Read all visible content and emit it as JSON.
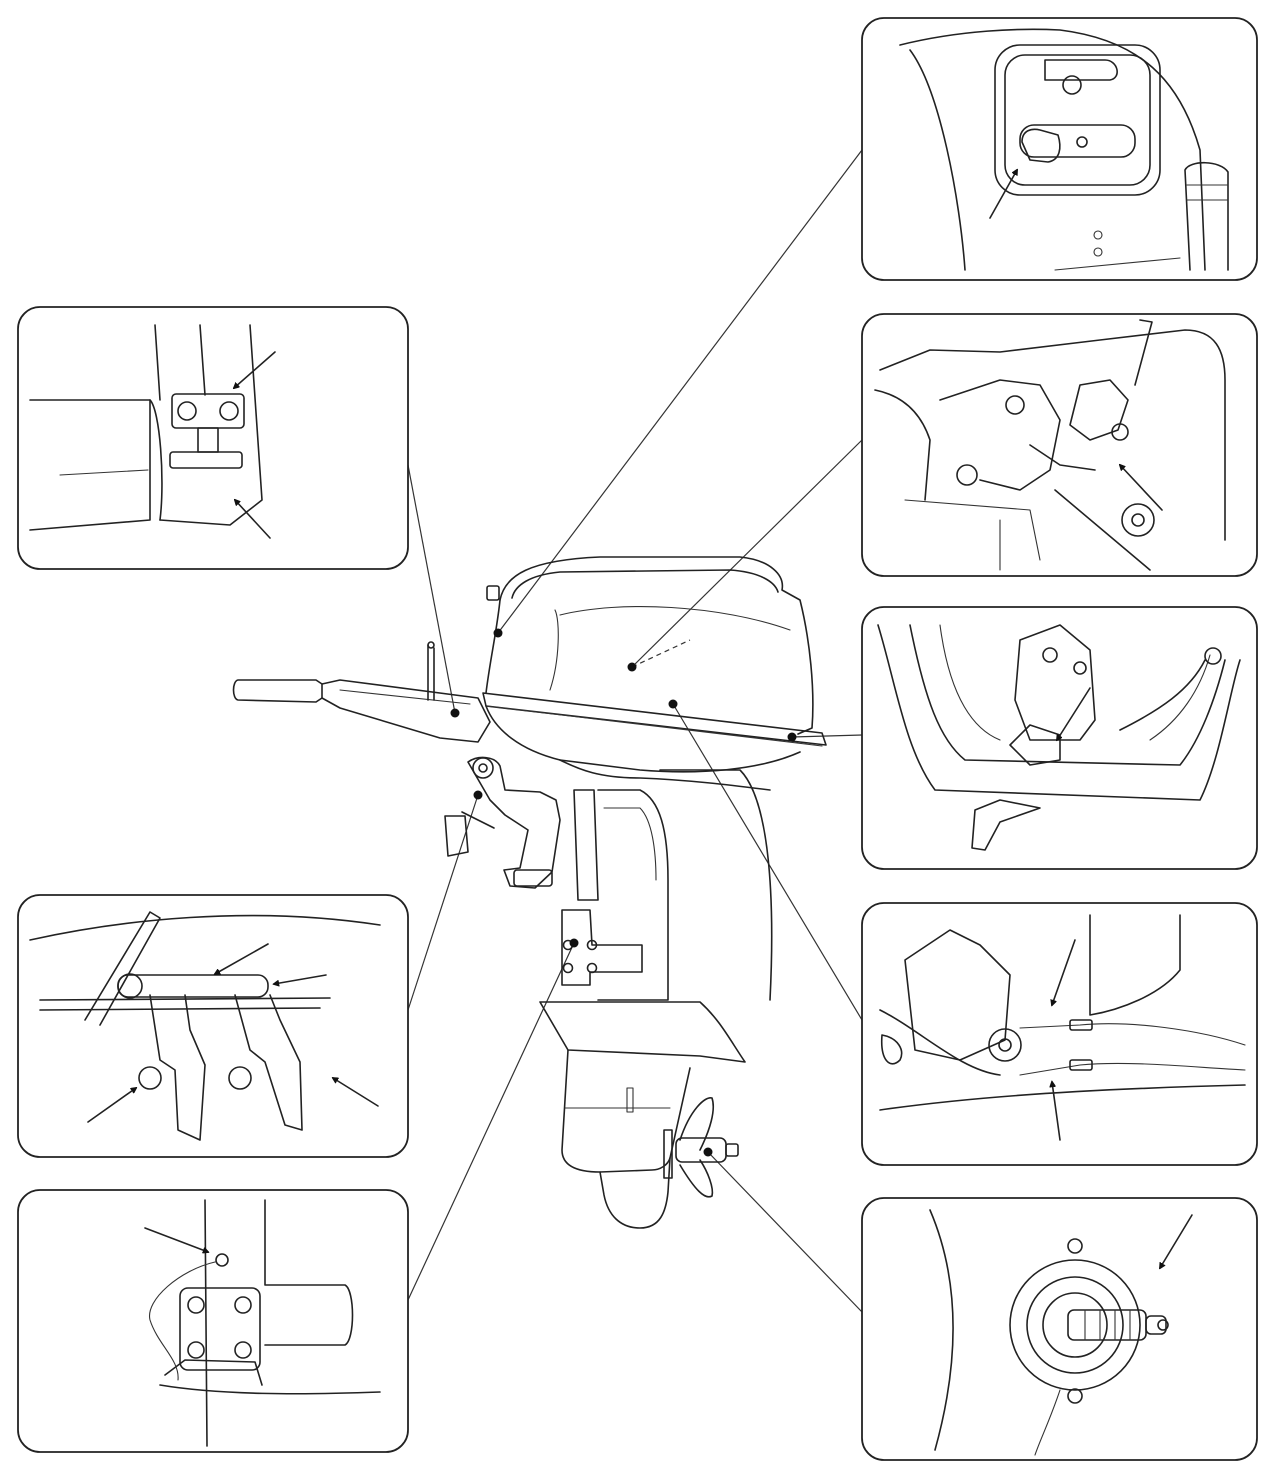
{
  "figure": {
    "callouts": [
      {
        "id": "steering-bracket",
        "arrows": 2
      },
      {
        "id": "tiller-pivot-linkage",
        "arrows": 4
      },
      {
        "id": "swivel-case-grease-point",
        "arrows": 1
      },
      {
        "id": "fuel-connector-cover",
        "arrows": 1
      },
      {
        "id": "carburetor-linkage",
        "arrows": 1
      },
      {
        "id": "cowling-latch",
        "arrows": 1
      },
      {
        "id": "throttle-cables",
        "arrows": 2
      },
      {
        "id": "propeller-shaft",
        "arrows": 1
      }
    ]
  }
}
